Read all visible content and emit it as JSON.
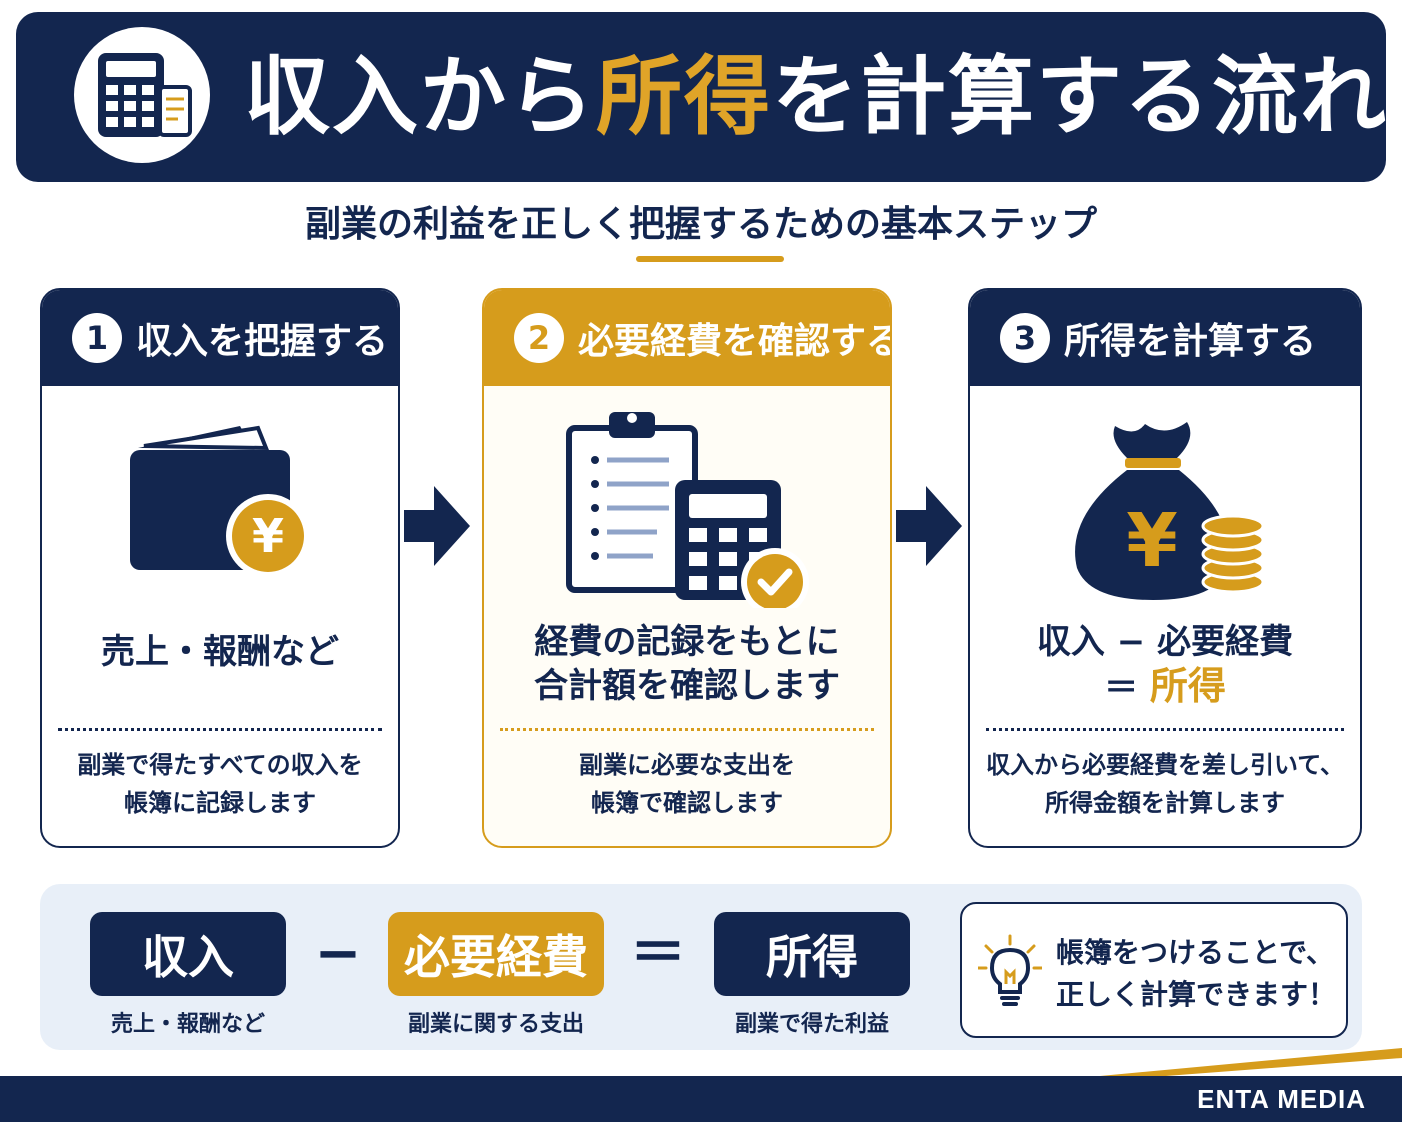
{
  "header": {
    "title_part1": "収入から",
    "title_accent": "所得",
    "title_part2": "を計算する流れ",
    "icon": "calculator-icon"
  },
  "subtitle": "副業の利益を正しく把握するための基本ステップ",
  "steps": [
    {
      "number": "1",
      "title": "収入を把握する",
      "icon": "wallet-yen-icon",
      "main": "売上・報酬など",
      "desc_line1": "副業で得たすべての収入を",
      "desc_line2": "帳簿に記録します"
    },
    {
      "number": "2",
      "title": "必要経費を確認する",
      "icon": "clipboard-calculator-check-icon",
      "main_line1": "経費の記録をもとに",
      "main_line2": "合計額を確認します",
      "desc_line1": "副業に必要な支出を",
      "desc_line2": "帳簿で確認します"
    },
    {
      "number": "3",
      "title": "所得を計算する",
      "icon": "money-bag-yen-icon",
      "main_line1": "収入 − 必要経費",
      "main_eq": "＝",
      "main_accent": "所得",
      "desc_line1": "収入から必要経費を差し引いて、",
      "desc_line2": "所得金額を計算します"
    }
  ],
  "formula": {
    "income": "収入",
    "income_label": "売上・報酬など",
    "minus": "−",
    "expenses": "必要経費",
    "expenses_label": "副業に関する支出",
    "equals": "＝",
    "result": "所得",
    "result_label": "副業で得た利益",
    "tip_line1": "帳簿をつけることで、",
    "tip_line2": "正しく計算できます！",
    "tip_icon": "lightbulb-icon"
  },
  "footer": {
    "brand": "ENTA MEDIA"
  },
  "colors": {
    "navy": "#13264f",
    "gold": "#d69c1c",
    "light_bg": "#e8eff8"
  }
}
